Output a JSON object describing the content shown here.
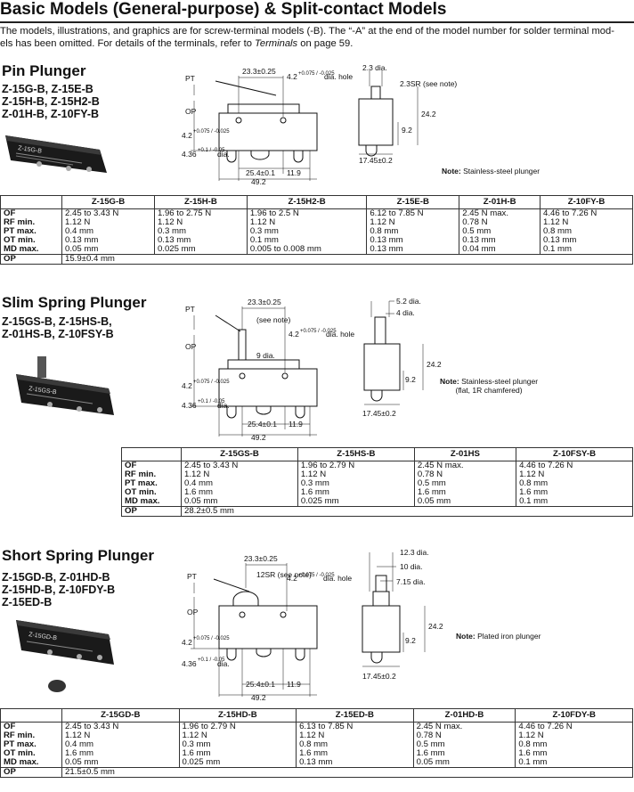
{
  "page": {
    "title": "Basic Models (General-purpose) & Split-contact Models",
    "intro_1": "The models, illustrations, and graphics are for screw-terminal models (-B). The “-A” at the end of the model number for solder terminal mod-",
    "intro_2": "els has been omitted. For details of the terminals, refer to ",
    "intro_link": "Terminals",
    "intro_3": " on page 59."
  },
  "row_labels": [
    "OF",
    "RF min.",
    "PT max.",
    "OT min.",
    "MD max."
  ],
  "op_label": "OP",
  "sections": [
    {
      "heading": "Pin Plunger",
      "models": "Z-15G-B, Z-15E-B\nZ-15H-B, Z-15H2-B\nZ-01H-B, Z-10FY-B",
      "photo_label": "Z-15G-B",
      "note_bold": "Note:",
      "note_text": " Stainless-steel plunger",
      "dims": {
        "pt": "PT",
        "op": "OP",
        "d233": "23.3±0.25",
        "hole": "4.2",
        "hole_tol": "+0.075 / -0.025",
        "hole_txt": "dia. hole",
        "d42": "4.2",
        "d42_tol": "+0.075 / -0.025",
        "d436": "4.36",
        "d436_tol": "+0.1 / -0.05",
        "d436_txt": "dia.",
        "d254": "25.4±0.1",
        "d119": "11.9",
        "d492": "49.2",
        "s1": "2.3 dia.",
        "s2": "2.3SR (see note)",
        "s3": "24.2",
        "s4": "9.2",
        "s5": "17.45±0.2"
      },
      "columns": [
        "Z-15G-B",
        "Z-15H-B",
        "Z-15H2-B",
        "Z-15E-B",
        "Z-01H-B",
        "Z-10FY-B"
      ],
      "values": [
        [
          "2.45 to 3.43 N",
          "1.12 N",
          "0.4 mm",
          "0.13 mm",
          "0.05 mm"
        ],
        [
          "1.96 to 2.75 N",
          "1.12 N",
          "0.3 mm",
          "0.13 mm",
          "0.025 mm"
        ],
        [
          "1.96 to 2.5 N",
          "1.12 N",
          "0.3 mm",
          "0.1 mm",
          "0.005 to 0.008 mm"
        ],
        [
          "6.12 to 7.85 N",
          "1.12 N",
          "0.8 mm",
          "0.13 mm",
          "0.13 mm"
        ],
        [
          "2.45 N max.",
          "0.78 N",
          "0.5 mm",
          "0.13 mm",
          "0.04 mm"
        ],
        [
          "4.46 to 7.26 N",
          "1.12 N",
          "0.8 mm",
          "0.13 mm",
          "0.1 mm"
        ]
      ],
      "op": "15.9±0.4 mm"
    },
    {
      "heading": "Slim Spring Plunger",
      "models": "Z-15GS-B, Z-15HS-B,\nZ-01HS-B, Z-10FSY-B",
      "photo_label": "Z-15GS-B",
      "note_bold": "Note:",
      "note_text": " Stainless-steel plunger\n(flat, 1R chamfered)",
      "dims": {
        "pt": "PT",
        "op": "OP",
        "d233": "23.3±0.25",
        "see": "(see\nnote)",
        "hole": "4.2",
        "hole_tol": "+0.075 / -0.025",
        "hole_txt": "dia. hole",
        "d9": "9 dia.",
        "d42": "4.2",
        "d42_tol": "+0.075 / -0.025",
        "d436": "4.36",
        "d436_tol": "+0.1 / -0.05",
        "d436_txt": "dia.",
        "d254": "25.4±0.1",
        "d119": "11.9",
        "d492": "49.2",
        "s1": "5.2 dia.",
        "s2": "4 dia.",
        "s3": "24.2",
        "s4": "9.2",
        "s5": "17.45±0.2"
      },
      "columns": [
        "Z-15GS-B",
        "Z-15HS-B",
        "Z-01HS",
        "Z-10FSY-B"
      ],
      "values": [
        [
          "2.45 to 3.43 N",
          "1.12 N",
          "0.4 mm",
          "1.6 mm",
          "0.05 mm"
        ],
        [
          "1.96 to 2.79 N",
          "1.12 N",
          "0.3 mm",
          "1.6 mm",
          "0.025 mm"
        ],
        [
          "2.45 N max.",
          "0.78 N",
          "0.5 mm",
          "1.6 mm",
          "0.05 mm"
        ],
        [
          "4.46 to 7.26 N",
          "1.12 N",
          "0.8 mm",
          "1.6 mm",
          "0.1 mm"
        ]
      ],
      "op": "28.2±0.5 mm"
    },
    {
      "heading": "Short Spring Plunger",
      "models": "Z-15GD-B, Z-01HD-B\nZ-15HD-B, Z-10FDY-B\nZ-15ED-B",
      "photo_label": "Z-15GD-B",
      "note_bold": "Note:",
      "note_text": " Plated iron plunger",
      "dims": {
        "pt": "PT",
        "op": "OP",
        "d233": "23.3±0.25",
        "see": "12SR\n(see\nnote)",
        "hole": "4.2",
        "hole_tol": "+0.075 / -0.025",
        "hole_txt": "dia. hole",
        "d42": "4.2",
        "d42_tol": "+0.075 / -0.025",
        "d436": "4.36",
        "d436_tol": "+0.1 / -0.05",
        "d436_txt": "dia.",
        "d254": "25.4±0.1",
        "d119": "11.9",
        "d492": "49.2",
        "s1": "12.3 dia.",
        "s2": "10 dia.",
        "s3": "7.15 dia.",
        "s4": "24.2",
        "s5": "9.2",
        "s6": "17.45±0.2"
      },
      "columns": [
        "Z-15GD-B",
        "Z-15HD-B",
        "Z-15ED-B",
        "Z-01HD-B",
        "Z-10FDY-B"
      ],
      "values": [
        [
          "2.45 to 3.43 N",
          "1.12 N",
          "0.4 mm",
          "1.6 mm",
          "0.05 mm"
        ],
        [
          "1.96 to 2.79 N",
          "1.12 N",
          "0.3 mm",
          "1.6 mm",
          "0.025 mm"
        ],
        [
          "6.13 to 7.85 N",
          "1.12 N",
          "0.8 mm",
          "1.6 mm",
          "0.13 mm"
        ],
        [
          "2.45 N max.",
          "0.78 N",
          "0.5 mm",
          "1.6 mm",
          "0.05 mm"
        ],
        [
          "4.46 to 7.26 N",
          "1.12 N",
          "0.8 mm",
          "1.6 mm",
          "0.1 mm"
        ]
      ],
      "op": "21.5±0.5 mm"
    }
  ]
}
